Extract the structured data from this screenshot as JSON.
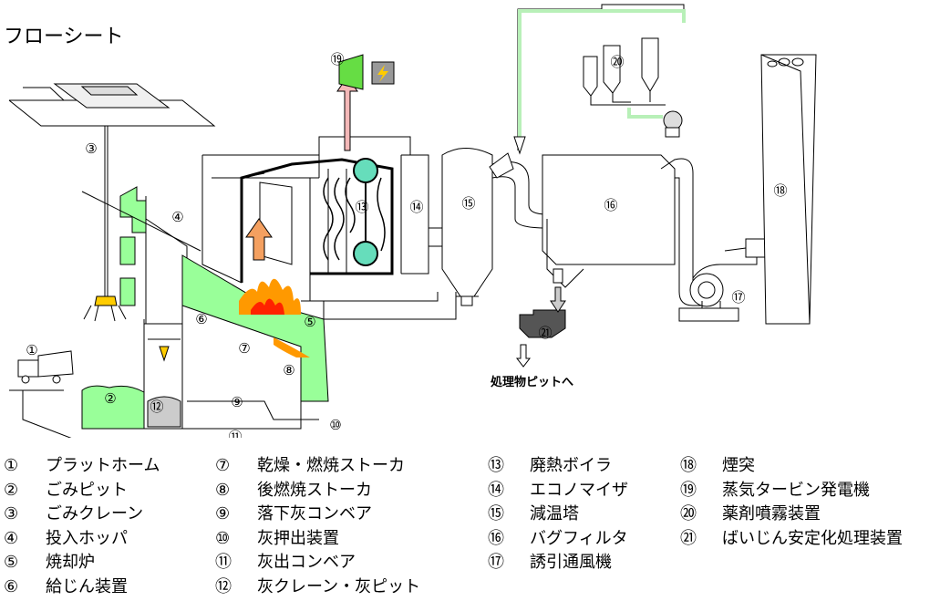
{
  "title": "フローシート",
  "markers": [
    "①",
    "②",
    "③",
    "④",
    "⑤",
    "⑥",
    "⑦",
    "⑧",
    "⑨",
    "⑩",
    "⑪",
    "⑫",
    "⑬",
    "⑭",
    "⑮",
    "⑯",
    "⑰",
    "⑱",
    "⑲",
    "⑳",
    "㉑"
  ],
  "pit_label": "処理物ピットへ",
  "legend": {
    "col1": [
      {
        "num": "①",
        "label": "プラットホーム"
      },
      {
        "num": "②",
        "label": "ごみピット"
      },
      {
        "num": "③",
        "label": "ごみクレーン"
      },
      {
        "num": "④",
        "label": "投入ホッパ"
      },
      {
        "num": "⑤",
        "label": "焼却炉"
      },
      {
        "num": "⑥",
        "label": "給じん装置"
      }
    ],
    "col2": [
      {
        "num": "⑦",
        "label": "乾燥・燃焼ストーカ"
      },
      {
        "num": "⑧",
        "label": "後燃焼ストーカ"
      },
      {
        "num": "⑨",
        "label": "落下灰コンベア"
      },
      {
        "num": "⑩",
        "label": "灰押出装置"
      },
      {
        "num": "⑪",
        "label": "灰出コンベア"
      },
      {
        "num": "⑫",
        "label": "灰クレーン・灰ピット"
      }
    ],
    "col3": [
      {
        "num": "⑬",
        "label": "廃熱ボイラ"
      },
      {
        "num": "⑭",
        "label": "エコノマイザ"
      },
      {
        "num": "⑮",
        "label": "減温塔"
      },
      {
        "num": "⑯",
        "label": "バグフィルタ"
      },
      {
        "num": "⑰",
        "label": "誘引通風機"
      }
    ],
    "col4": [
      {
        "num": "⑱",
        "label": "煙突"
      },
      {
        "num": "⑲",
        "label": "蒸気タービン発電機"
      },
      {
        "num": "⑳",
        "label": "薬剤噴霧装置"
      },
      {
        "num": "㉑",
        "label": "ばいじん安定化処理装置"
      }
    ]
  },
  "colors": {
    "green": "#99ff99",
    "pipe_green": "#b8f0b8",
    "steam_pink": "#f4b8b8",
    "orange_arrow": "#f4a060",
    "fire_red": "#ff2200",
    "fire_orange": "#ff9900",
    "boiler_drum": "#66ddbb",
    "ash_gray": "#cccccc",
    "dark_gray": "#555555",
    "generator_green": "#66dd44"
  }
}
